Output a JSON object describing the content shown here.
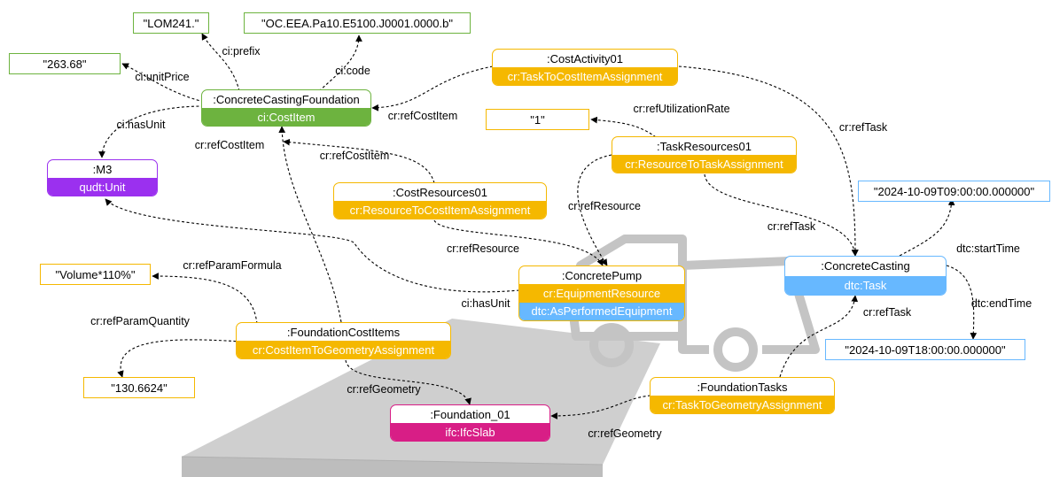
{
  "colors": {
    "costitem": "#6db33f",
    "unit": "#9b30ef",
    "assign": "#f5b800",
    "dtc": "#67b8ff",
    "ifc": "#d81e86",
    "lit_green": "#6db33f",
    "lit_orange": "#f5b800",
    "lit_blue": "#67b8ff"
  },
  "nodes": {
    "cost_item": {
      "name": ":ConcreteCastingFoundation",
      "cls": "ci:CostItem"
    },
    "unit": {
      "name": ":M3",
      "cls": "qudt:Unit"
    },
    "cost_activity": {
      "name": ":CostActivity01",
      "cls": "cr:TaskToCostItemAssignment"
    },
    "task_resources": {
      "name": ":TaskResources01",
      "cls": "cr:ResourceToTaskAssignment"
    },
    "cost_resources": {
      "name": ":CostResources01",
      "cls": "cr:ResourceToCostItemAssignment"
    },
    "pump": {
      "name": ":ConcretePump",
      "cls1": "cr:EquipmentResource",
      "cls2": "dtc:AsPerformedEquipment"
    },
    "casting": {
      "name": ":ConcreteCasting",
      "cls": "dtc:Task"
    },
    "foundation_cost": {
      "name": ":FoundationCostItems",
      "cls": "cr:CostItemToGeometryAssignment"
    },
    "foundation": {
      "name": ":Foundation_01",
      "cls": "ifc:IfcSlab"
    },
    "foundation_tasks": {
      "name": ":FoundationTasks",
      "cls": "cr:TaskToGeometryAssignment"
    }
  },
  "literals": {
    "prefix_val": "\"LOM241.\"",
    "code_val": "\"OC.EEA.Pa10.E5100.J0001.0000.b\"",
    "price_val": "\"263.68\"",
    "rate_val": "\"1\"",
    "start_val": "\"2024-10-09T09:00:00.000000\"",
    "end_val": "\"2024-10-09T18:00:00.000000\"",
    "formula_val": "\"Volume*110%\"",
    "quantity_val": "\"130.6624\""
  },
  "edges": {
    "prefix": "ci:prefix",
    "code": "ci:code",
    "unit_price": "ci:unitPrice",
    "has_unit": "ci:hasUnit",
    "ref_cost_item_activity": "cr:refCostItem",
    "ref_task_activity": "cr:refTask",
    "ref_cost_item_fci": "cr:refCostItem",
    "ref_cost_item_cr": "cr:refCostItem",
    "ref_util_rate": "cr:refUtilizationRate",
    "ref_resource_tr": "cr:refResource",
    "ref_task_tr": "cr:refTask",
    "ref_resource_cr": "cr:refResource",
    "pump_has_unit": "ci:hasUnit",
    "start_time": "dtc:startTime",
    "end_time": "dtc:endTime",
    "ref_param_formula": "cr:refParamFormula",
    "ref_param_quantity": "cr:refParamQuantity",
    "ref_geometry_fci": "cr:refGeometry",
    "ref_task_ft": "cr:refTask",
    "ref_geometry_ft": "cr:refGeometry"
  }
}
